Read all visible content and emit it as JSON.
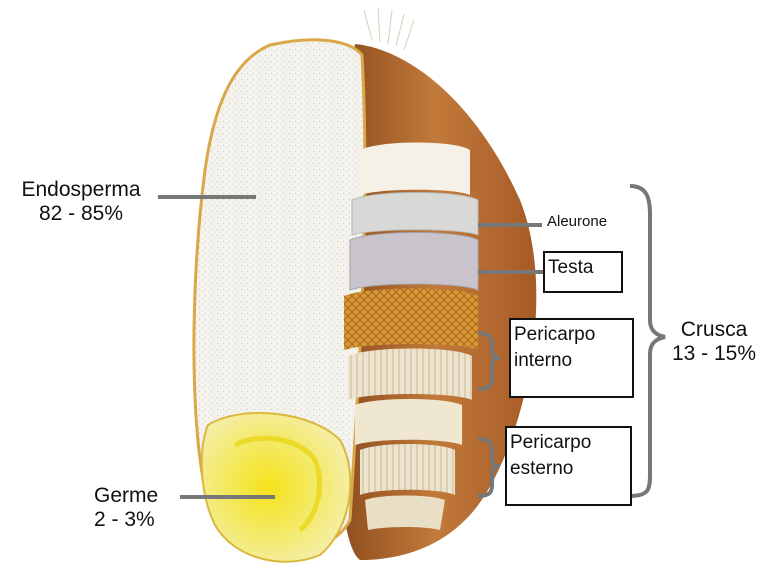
{
  "labels": {
    "endosperma": {
      "name": "Endosperma",
      "value": "82 - 85%"
    },
    "germe": {
      "name": "Germe",
      "value": "2 - 3%"
    },
    "crusca": {
      "name": "Crusca",
      "value": "13 - 15%"
    },
    "aleurone": {
      "name": "Aleurone"
    },
    "testa": {
      "name": "Testa"
    },
    "pericarpo_interno": {
      "line1": "Pericarpo",
      "line2": "interno"
    },
    "pericarpo_esterno": {
      "line1": "Pericarpo",
      "line2": "esterno"
    }
  },
  "colors": {
    "leader_line": "#777777",
    "husk": "#b86a2e",
    "endosperm": "#f4f2ec",
    "germ": "#f2ec7a",
    "aleurone": "#d8d8d6",
    "testa": "#c9c4cc",
    "pericarp_outer": "#d99a3a"
  }
}
